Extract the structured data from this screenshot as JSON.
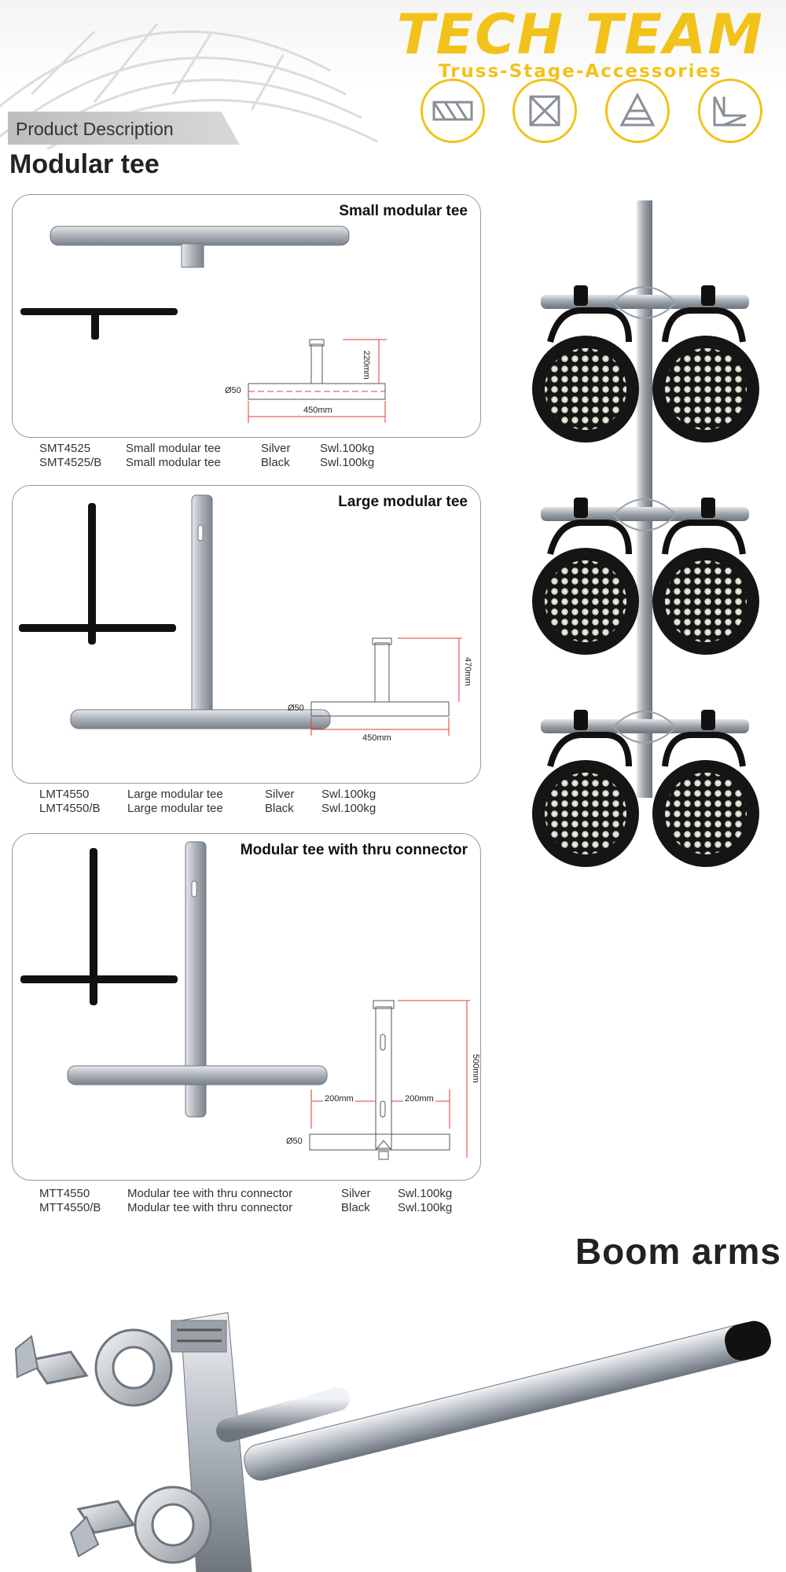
{
  "header": {
    "brand": "TECH TEAM",
    "tagline": "Truss-Stage-Accessories",
    "section_label": "Product Description",
    "thumbnails": [
      "truss-square-icon",
      "truss-box-icon",
      "truss-tower-icon",
      "truss-corner-icon"
    ]
  },
  "page_title": "Modular tee",
  "panels": [
    {
      "title": "Small modular tee",
      "dims": {
        "height": "220mm",
        "width": "450mm",
        "dia": "Ø50"
      },
      "rows": [
        {
          "code": "SMT4525",
          "name": "Small  modular tee",
          "color": "Silver",
          "swl": "Swl.100kg"
        },
        {
          "code": "SMT4525/B",
          "name": "Small  modular tee",
          "color": "Black",
          "swl": "Swl.100kg"
        }
      ]
    },
    {
      "title": "Large  modular tee",
      "dims": {
        "height": "470mm",
        "width": "450mm",
        "dia": "Ø50"
      },
      "rows": [
        {
          "code": "LMT4550",
          "name": "Large  modular tee",
          "color": "Silver",
          "swl": "Swl.100kg"
        },
        {
          "code": "LMT4550/B",
          "name": "Large  modular tee",
          "color": "Black",
          "swl": "Swl.100kg"
        }
      ]
    },
    {
      "title": "Modular tee with thru connector",
      "dims": {
        "height": "500mm",
        "left": "200mm",
        "right": "200mm",
        "dia": "Ø50"
      },
      "rows": [
        {
          "code": "MTT4550",
          "name": "Modular tee with thru connector",
          "color": "Silver",
          "swl": "Swl.100kg"
        },
        {
          "code": "MTT4550/B",
          "name": "Modular tee with thru connector",
          "color": "Black",
          "swl": "Swl.100kg"
        }
      ]
    }
  ],
  "boom_title": "Boom arms",
  "colors": {
    "brand": "#f2c21a",
    "silver": "#b9bfc6",
    "black": "#111111",
    "dim_red": "#e03a3a"
  }
}
